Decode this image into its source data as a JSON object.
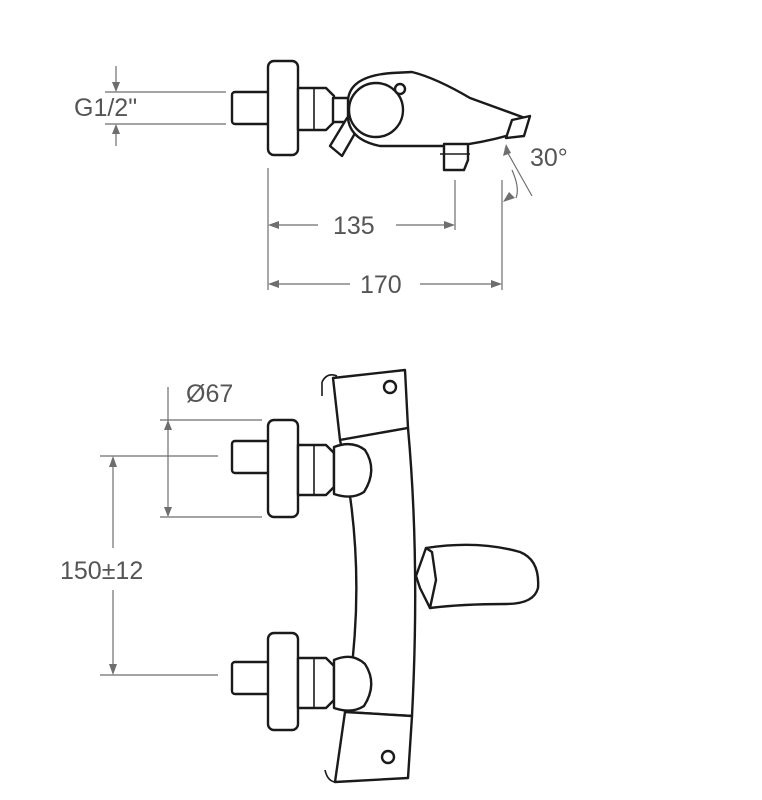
{
  "dimensions": {
    "thread": "G1/2\"",
    "angle": "30°",
    "inlet_to_outlet": "135",
    "overall_depth": "170",
    "escutcheon_diameter": "Ø67",
    "centre_distance": "150±12"
  }
}
